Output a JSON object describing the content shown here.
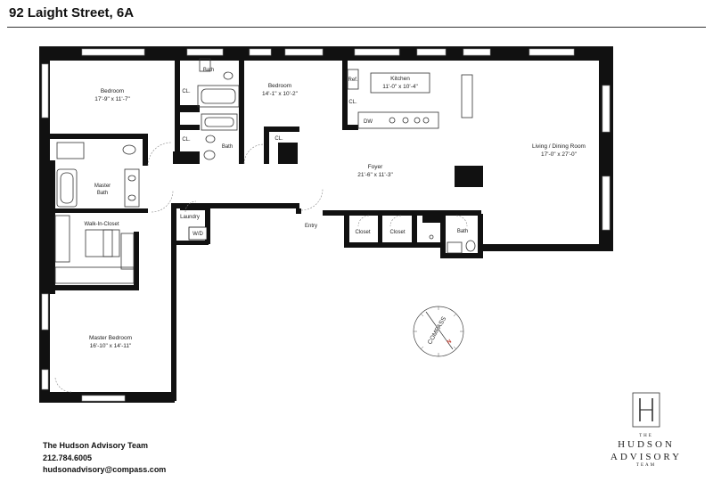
{
  "title": "92 Laight Street, 6A",
  "rooms": {
    "bedroom1": {
      "name": "Bedroom",
      "dims": "17'-9\" x 11'-7\""
    },
    "bedroom2": {
      "name": "Bedroom",
      "dims": "14'-1\" x 10'-2\""
    },
    "kitchen": {
      "name": "Kitchen",
      "dims": "11'-0\" x 10'-4\""
    },
    "living": {
      "name": "Living / Dining Room",
      "dims": "17'-0\" x 27'-0\""
    },
    "foyer": {
      "name": "Foyer",
      "dims": "21'-6\" x 11'-3\""
    },
    "master_bath": {
      "line1": "Master",
      "line2": "Bath"
    },
    "walk_in": {
      "name": "Walk-In-Closet"
    },
    "master_bedroom": {
      "name": "Master Bedroom",
      "dims": "16'-10\" x 14'-11\""
    },
    "laundry": {
      "name": "Laundry",
      "wd": "W/D"
    }
  },
  "labels": {
    "bath": "Bath",
    "closet": "Closet",
    "cl": "CL.",
    "ref": "Ref.",
    "dw": "DW",
    "entry": "Entry",
    "compass": "COMPASS",
    "north": "N"
  },
  "contact": {
    "team": "The Hudson Advisory Team",
    "phone": "212.784.6005",
    "email": "hudsonadvisory@compass.com"
  },
  "logo": {
    "the": "THE",
    "name1": "HUDSON",
    "name2": "ADVISORY",
    "team": "TEAM"
  }
}
